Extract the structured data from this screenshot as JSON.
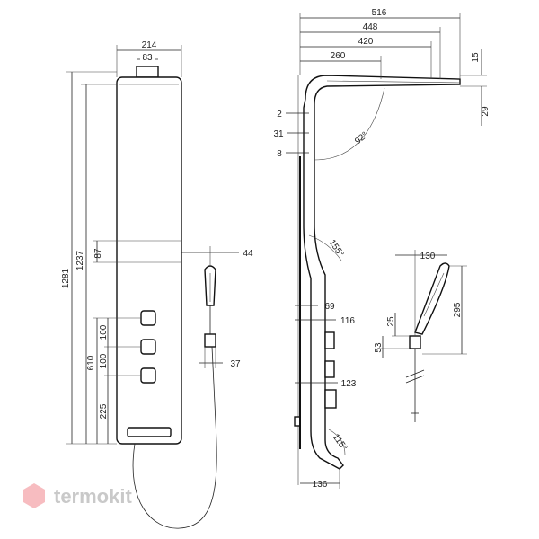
{
  "front_view": {
    "top_width": "214",
    "head_width": "83",
    "overall_height": "1281",
    "panel_height": "1237",
    "band_height": "87",
    "mid_height": "610",
    "bottom_height": "225",
    "control_spacing_1": "100",
    "control_spacing_2": "100",
    "holder_offset": "44",
    "handshower_width": "37"
  },
  "side_view": {
    "total_depth": "516",
    "depth_448": "448",
    "depth_420": "420",
    "depth_260": "260",
    "head_thickness": "15",
    "head_drop": "29",
    "wall_gap_2": "2",
    "wall_gap_31": "31",
    "wall_gap_8": "8",
    "head_angle": "92°",
    "bend_angle_upper": "155°",
    "offset_69": "69",
    "offset_116": "116",
    "offset_123": "123",
    "bend_angle_lower": "115°",
    "base_depth": "136"
  },
  "handshower_view": {
    "reach": "130",
    "length": "295",
    "dim_25": "25",
    "dim_53": "53"
  },
  "brand": {
    "logo_text": "termokit",
    "logo_color": "#e8404a"
  }
}
